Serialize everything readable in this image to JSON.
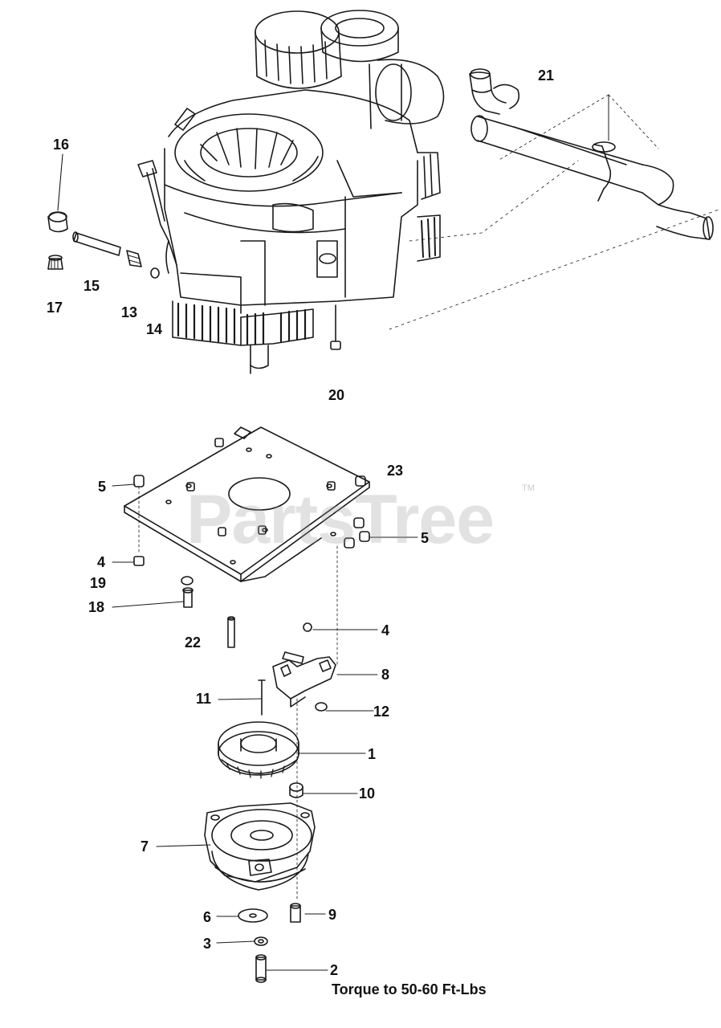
{
  "diagram": {
    "watermark": "PartsTree",
    "watermark_mark": "TM",
    "note": "Torque to 50-60 Ft-Lbs",
    "callouts": {
      "c1": "1",
      "c2": "2",
      "c3": "3",
      "c4a": "4",
      "c4b": "4",
      "c5a": "5",
      "c5b": "5",
      "c6": "6",
      "c7": "7",
      "c8": "8",
      "c9": "9",
      "c10": "10",
      "c11": "11",
      "c12": "12",
      "c13": "13",
      "c14": "14",
      "c15": "15",
      "c16": "16",
      "c17": "17",
      "c18": "18",
      "c19": "19",
      "c20": "20",
      "c21": "21",
      "c22": "22",
      "c23": "23"
    },
    "colors": {
      "line": "#1a1a1a",
      "watermark": "#969696"
    }
  }
}
